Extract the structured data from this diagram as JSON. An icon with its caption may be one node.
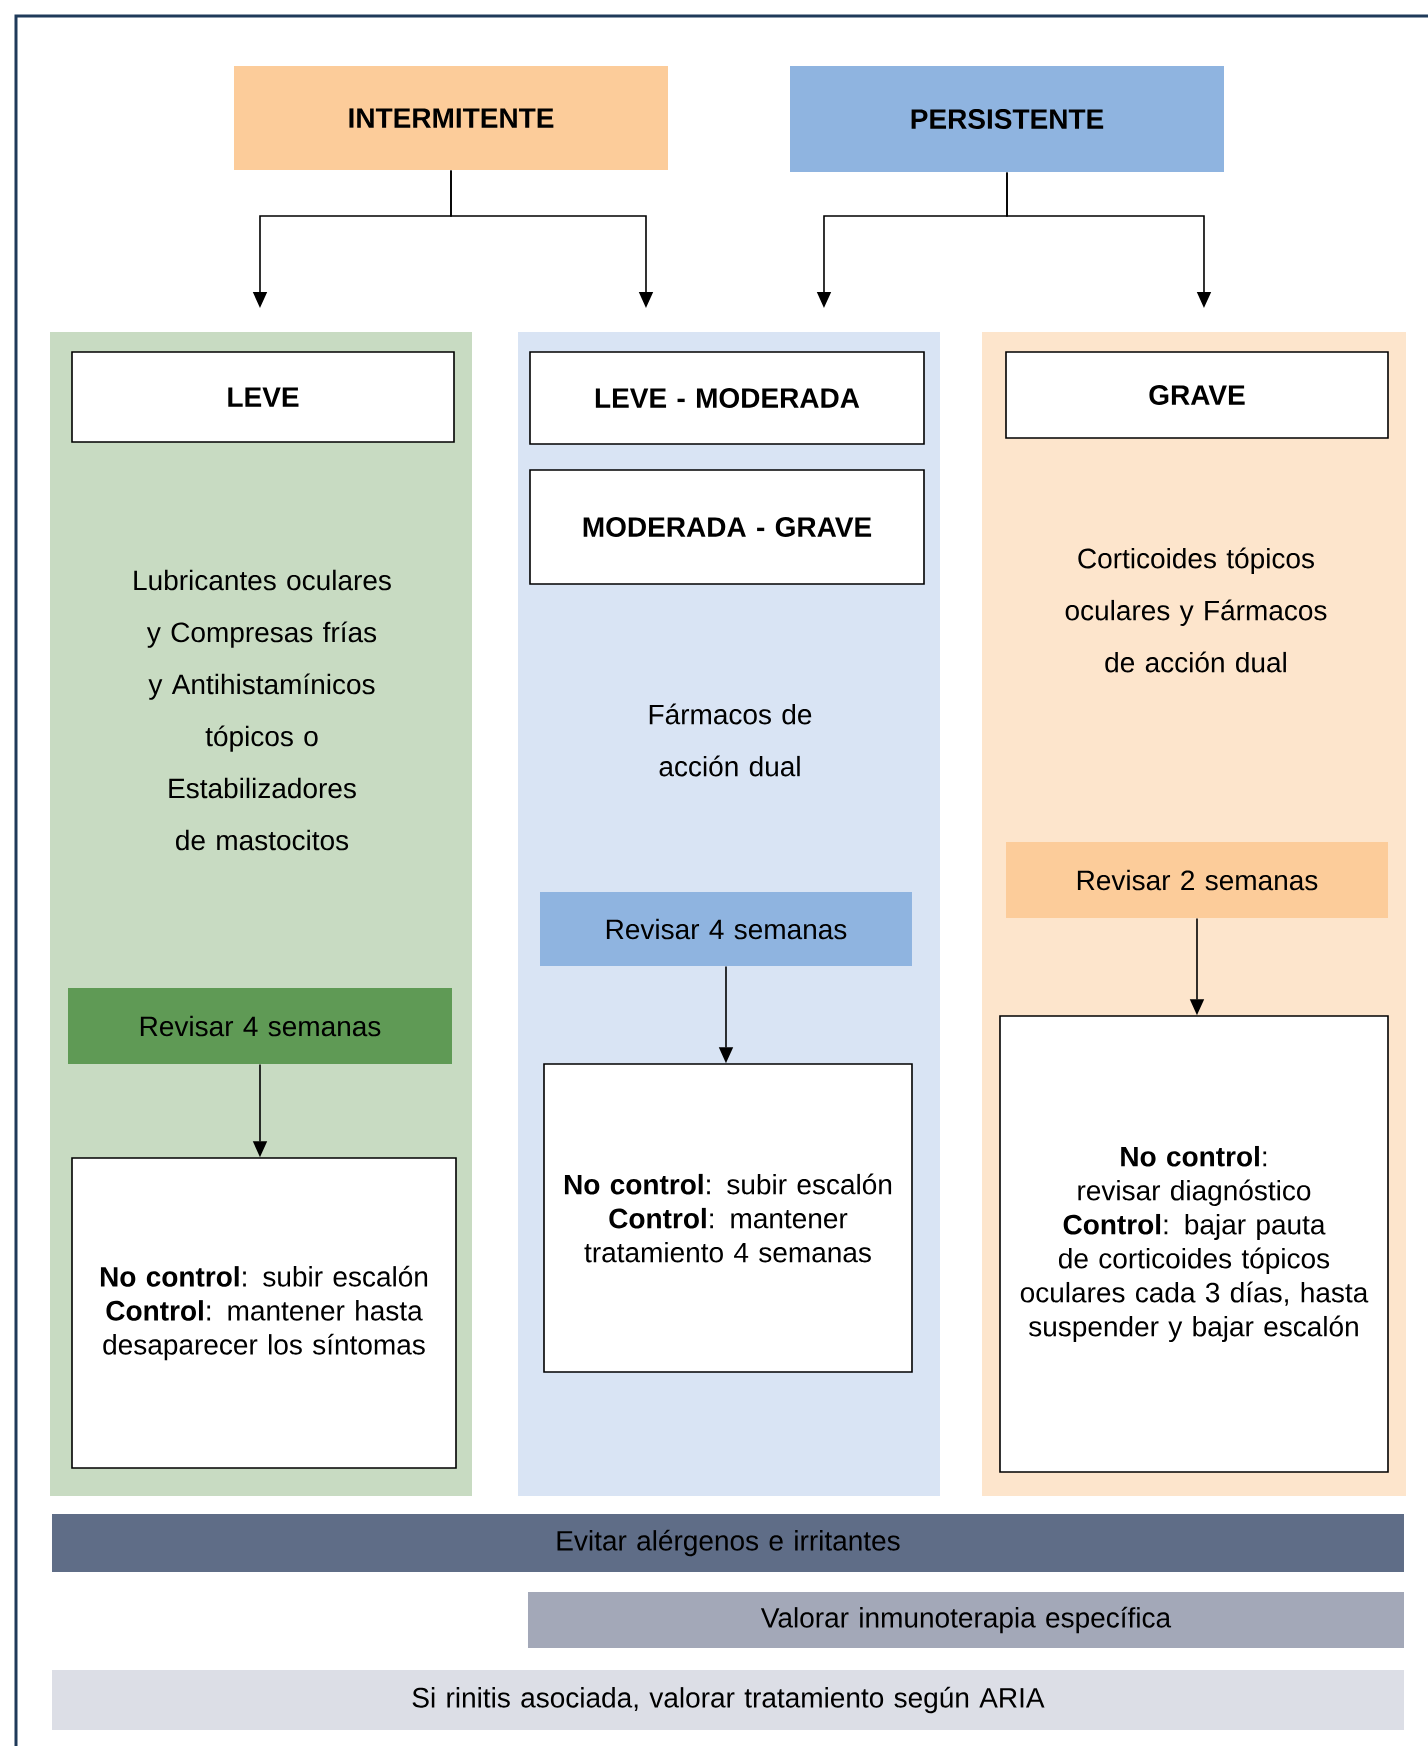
{
  "diagram": {
    "nodes": [
      {
        "text": [
          "INTERMITENTE"
        ]
      },
      {
        "text": [
          "PERSISTENTE"
        ]
      },
      {
        "text": [],
        "shape": "box"
      },
      {
        "text": [
          "LEVE"
        ],
        "in": 2
      },
      {
        "text": [
          "Revisar 4 semanas"
        ],
        "in": 2
      },
      {
        "text": [
          "**No control**: subir escalón",
          "**Control**: mantener hasta desaparecer los síntomas"
        ],
        "in": 2
      },
      {
        "text": [],
        "shape": "box"
      },
      {
        "text": [
          "LEVE - MODERADA"
        ],
        "in": 6
      },
      {
        "text": [
          "MODERADA - GRAVE"
        ],
        "in": 6
      },
      {
        "text": [
          "Revisar 4 semanas"
        ],
        "in": 6
      },
      {
        "text": [
          "**No control**: subir escalón",
          "**Control**: mantener tratamiento 4 semanas"
        ],
        "in": 6
      },
      {
        "text": [],
        "shape": "box"
      },
      {
        "text": [
          "GRAVE"
        ],
        "in": 11
      },
      {
        "text": [
          "Revisar 2 semanas"
        ],
        "in": 11
      },
      {
        "text": [
          "**No control**: revisar diagnóstico",
          "**Control**: bajar pauta de corticoides tópicos oculares cada 3 días, hasta suspender y bajar escalón"
        ],
        "in": 11
      },
      {
        "text": [
          "Evitar alérgenos e irritantes"
        ]
      },
      {
        "text": [
          "Valorar inmunoterapia específica"
        ]
      },
      {
        "text": [
          "Si rinitis asociada, valorar tratamiento según ARIA"
        ]
      }
    ],
    "edges": [
      {
        "from": 0,
        "to": 2,
        "arrow": "to"
      },
      {
        "from": 0,
        "to": 6,
        "arrow": "to"
      },
      {
        "from": 1,
        "to": 6,
        "arrow": "to"
      },
      {
        "from": 1,
        "to": 11,
        "arrow": "to"
      },
      {
        "from": 4,
        "to": 5,
        "arrow": "to"
      },
      {
        "from": 9,
        "to": 10,
        "arrow": "to"
      },
      {
        "from": 13,
        "to": 14,
        "arrow": "to"
      }
    ],
    "labels": [
      "Lubricantes oculares y Compresas frías y Antihistamínicos tópicos o Estabilizadores de mastocitos",
      "Fármacos de acción dual",
      "Corticoides tópicos oculares y Fármacos de acción dual"
    ]
  }
}
